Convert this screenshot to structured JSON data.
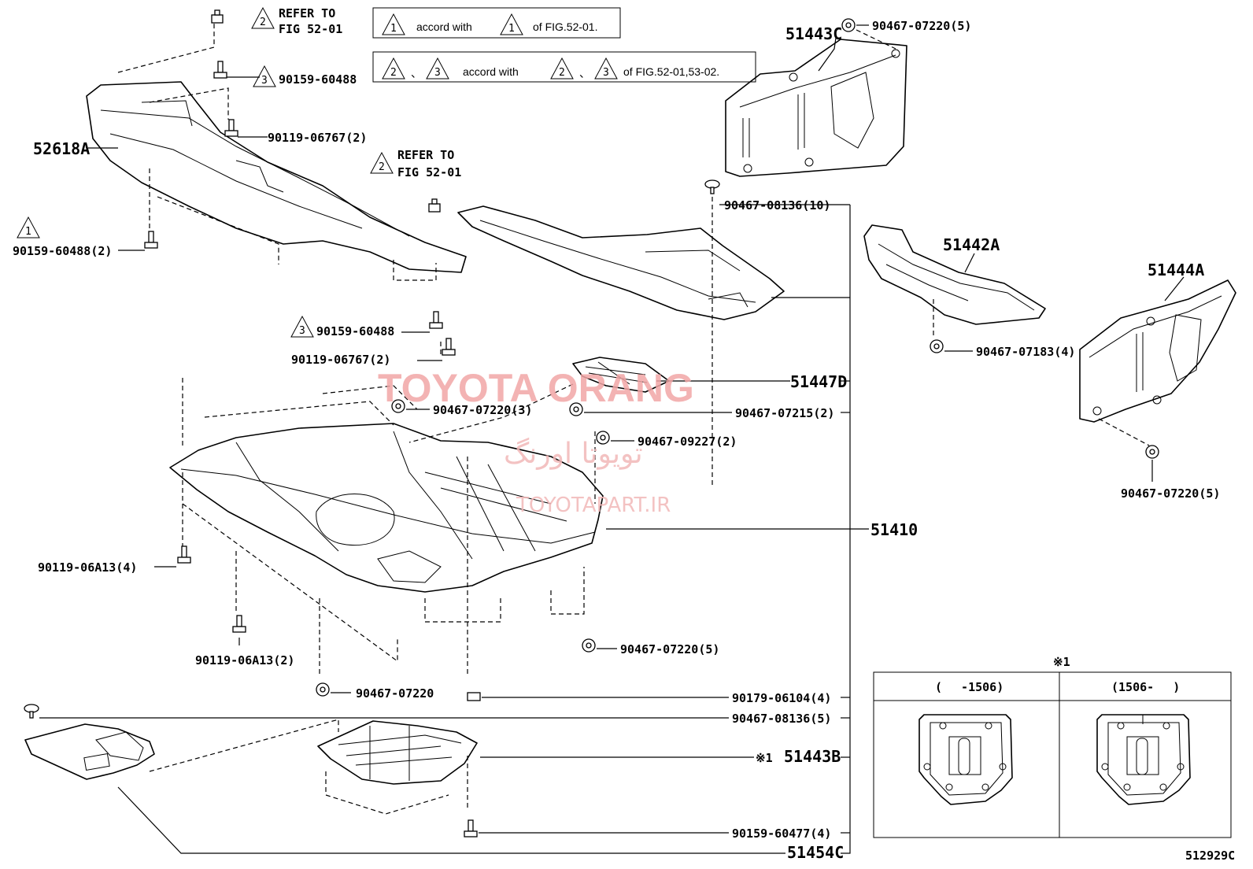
{
  "notes": {
    "box1": {
      "t1": "1",
      "text_a": "accord with",
      "t2": "1",
      "text_b": "of FIG.52-01."
    },
    "box2": {
      "t1": "2",
      "sep1": "、",
      "t2": "3",
      "text_a": "accord with",
      "t3": "2",
      "sep2": "、",
      "t4": "3",
      "text_b": "of FIG.52-01,53-02."
    }
  },
  "refer_top": {
    "tri": "2",
    "line1": "REFER TO",
    "line2": "FIG 52-01"
  },
  "refer_mid": {
    "tri": "2",
    "line1": "REFER TO",
    "line2": "FIG 52-01"
  },
  "labels": {
    "p90159_60488_a": "90159-60488",
    "tri3_a": "3",
    "p90119_06767_a": "90119-06767(2)",
    "p52618A": "52618A",
    "tri1": "1",
    "p90159_60488_2": "90159-60488(2)",
    "tri3_b": "3",
    "p90159_60488_b": "90159-60488",
    "p90119_06767_b": "90119-06767(2)",
    "p90467_07220_3": "90467-07220(3)",
    "p90467_07215_2": "90467-07215(2)",
    "p90467_09227_2": "90467-09227(2)",
    "p51447D": "51447D",
    "p90467_08136_10": "90467-08136(10)",
    "p51443C": "51443C",
    "p90467_07220_5_top": "90467-07220(5)",
    "p51442A": "51442A",
    "p90467_07183_4": "90467-07183(4)",
    "p51444A": "51444A",
    "p90467_07220_5_right": "90467-07220(5)",
    "p51410": "51410",
    "p90119_06A13_4": "90119-06A13(4)",
    "p90119_06A13_2": "90119-06A13(2)",
    "p90467_07220_5_mid": "90467-07220(5)",
    "p90467_07220": "90467-07220",
    "p90179_06104_4": "90179-06104(4)",
    "p90467_08136_5": "90467-08136(5)",
    "mark1": "※1",
    "p51443B": "51443B",
    "p90159_60477_4": "90159-60477(4)",
    "p51454C": "51454C"
  },
  "inset": {
    "mark": "※1",
    "col1": "(　 -1506)",
    "col2": "(1506- 　)"
  },
  "watermark": {
    "brand": "TOYOTA ORANG",
    "persian": "تویوتا اورنگ",
    "site": "TOYOTAPART.IR"
  },
  "figure_id": "512929C"
}
